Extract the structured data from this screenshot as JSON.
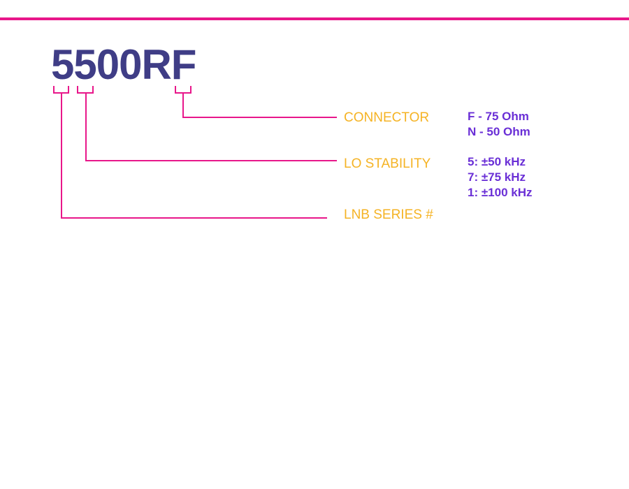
{
  "part_number": "5500RF",
  "colors": {
    "accent": "#e8178a",
    "part_number": "#3f3d86",
    "label": "#f5b324",
    "value": "#6a2fd6"
  },
  "fields": {
    "connector": {
      "label": "CONNECTOR",
      "options": [
        "F - 75 Ohm",
        "N - 50 Ohm"
      ]
    },
    "lo_stability": {
      "label": "LO STABILITY",
      "options": [
        "5: ±50 kHz",
        "7: ±75 kHz",
        "1: ±100 kHz"
      ]
    },
    "lnb_series": {
      "label": "LNB SERIES #",
      "options": []
    }
  }
}
